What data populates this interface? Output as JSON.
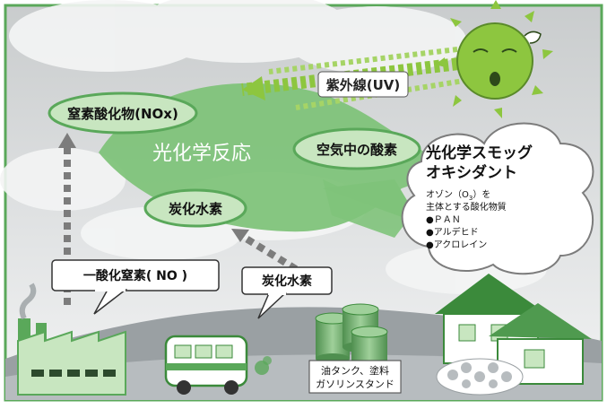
{
  "title": "光化学反応",
  "inputs": {
    "nox": "窒素酸化物(NOx)",
    "oxygen": "空気中の酸素",
    "hydrocarbon": "炭化水素",
    "uv": "紫外線(UV)"
  },
  "sources": {
    "no_label": "一酸化窒素( NO )",
    "hc_label": "炭化水素",
    "tank_line1": "油タンク、塗料",
    "tank_line2": "ガソリンスタンド"
  },
  "smog": {
    "title_line1": "光化学スモッグ",
    "title_line2": "オキシダント",
    "desc_pre": "オゾン（O",
    "desc_sub": "3",
    "desc_post": "）を",
    "desc_line2": "主体とする酸化物質",
    "items": [
      "●ＰＡＮ",
      "●アルデヒド",
      "●アクロレイン"
    ]
  },
  "colors": {
    "reaction_green": "#7fc37a",
    "border_green": "#5aa85a",
    "arrow_gray": "#7c7c7c",
    "sun_green": "#8dc63f",
    "roof_green": "#3b8a3b"
  },
  "icons": [
    "sun-icon",
    "factory-icon",
    "bus-icon",
    "tank-icon",
    "house-icon",
    "flower-bush-icon"
  ]
}
